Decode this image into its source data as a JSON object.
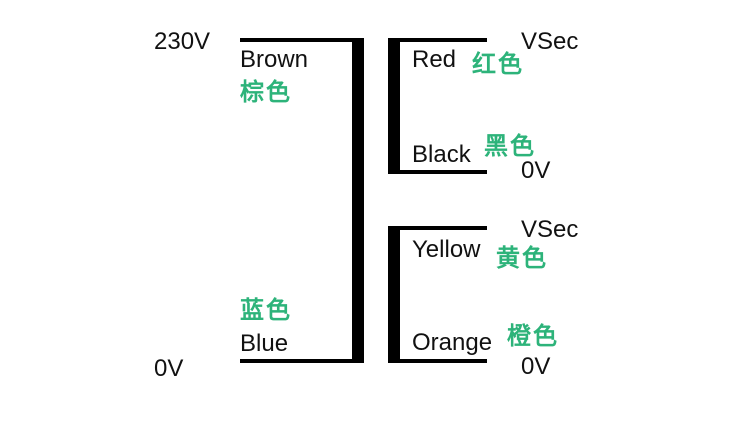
{
  "colors": {
    "wire": "#000000",
    "text": "#111111",
    "chinese_label": "#2db37a",
    "background": "#ffffff"
  },
  "primary": {
    "top_voltage": "230V",
    "bottom_voltage": "0V",
    "top_wire": {
      "name": "Brown",
      "name_cn": "棕色"
    },
    "bottom_wire": {
      "name": "Blue",
      "name_cn": "蓝色"
    }
  },
  "secondary_1": {
    "top_voltage": "VSec",
    "bottom_voltage": "0V",
    "top_wire": {
      "name": "Red",
      "name_cn": "红色"
    },
    "bottom_wire": {
      "name": "Black",
      "name_cn": "黑色"
    }
  },
  "secondary_2": {
    "top_voltage": "VSec",
    "bottom_voltage": "0V",
    "top_wire": {
      "name": "Yellow",
      "name_cn": "黄色"
    },
    "bottom_wire": {
      "name": "Orange",
      "name_cn": "橙色"
    }
  }
}
